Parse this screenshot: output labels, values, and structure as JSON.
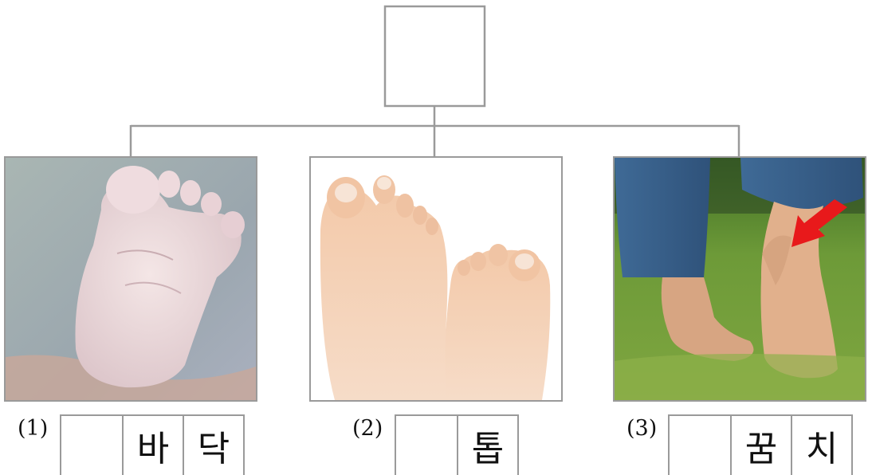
{
  "diagram": {
    "root_box_text": "",
    "items": [
      {
        "number": "(1)",
        "cells": [
          "",
          "바",
          "닥"
        ],
        "image": "baby-foot-sole-photo"
      },
      {
        "number": "(2)",
        "cells": [
          "",
          "톱"
        ],
        "image": "toes-photo"
      },
      {
        "number": "(3)",
        "cells": [
          "",
          "꿈",
          "치"
        ],
        "image": "heel-with-red-arrow-photo"
      }
    ],
    "colors": {
      "lines": "#9a9a9a",
      "arrow": "#e8191b"
    }
  }
}
